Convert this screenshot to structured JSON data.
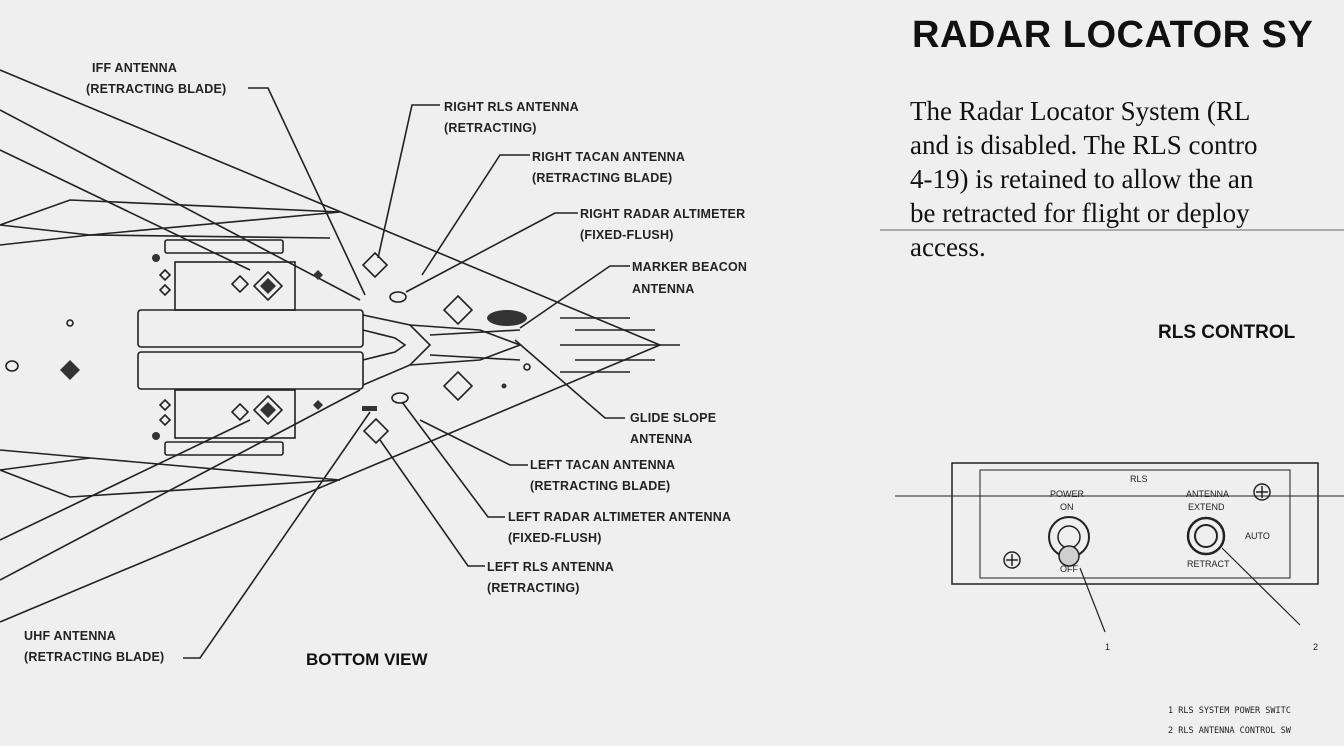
{
  "diagram": {
    "view_label": "BOTTOM VIEW",
    "callouts": [
      {
        "id": "iff",
        "line1": "IFF ANTENNA",
        "line2": "(RETRACTING BLADE)"
      },
      {
        "id": "right-rls",
        "line1": "RIGHT RLS ANTENNA",
        "line2": "(RETRACTING)"
      },
      {
        "id": "right-tacan",
        "line1": "RIGHT TACAN ANTENNA",
        "line2": "(RETRACTING BLADE)"
      },
      {
        "id": "right-radalt",
        "line1": "RIGHT RADAR ALTIMETER",
        "line2": "(FIXED-FLUSH)"
      },
      {
        "id": "marker-beacon",
        "line1": "MARKER BEACON",
        "line2": "ANTENNA"
      },
      {
        "id": "glide-slope",
        "line1": "GLIDE SLOPE",
        "line2": "ANTENNA"
      },
      {
        "id": "left-tacan",
        "line1": "LEFT TACAN ANTENNA",
        "line2": "(RETRACTING BLADE)"
      },
      {
        "id": "left-radalt",
        "line1": "LEFT RADAR ALTIMETER ANTENNA",
        "line2": "(FIXED-FLUSH)"
      },
      {
        "id": "left-rls",
        "line1": "LEFT RLS ANTENNA",
        "line2": "(RETRACTING)"
      },
      {
        "id": "uhf",
        "line1": "UHF ANTENNA",
        "line2": "(RETRACTING BLADE)"
      }
    ]
  },
  "section": {
    "heading": "RADAR LOCATOR SY",
    "paragraph_lines": [
      "The Radar Locator System (RL",
      "and is disabled. The RLS contro",
      "4-19) is retained to allow the an",
      "be retracted for flight or deploy",
      "access."
    ]
  },
  "control_panel": {
    "title": "RLS CONTROL",
    "panel_label": "RLS",
    "power_label_1": "POWER",
    "power_label_2": "ON",
    "off_label": "OFF",
    "antenna_label_1": "ANTENNA",
    "antenna_label_2": "EXTEND",
    "auto_label": "AUTO",
    "retract_label": "RETRACT",
    "callout_1": "1",
    "callout_2": "2",
    "key": [
      "1  RLS SYSTEM POWER SWITC",
      "2  RLS ANTENNA CONTROL SW"
    ]
  }
}
